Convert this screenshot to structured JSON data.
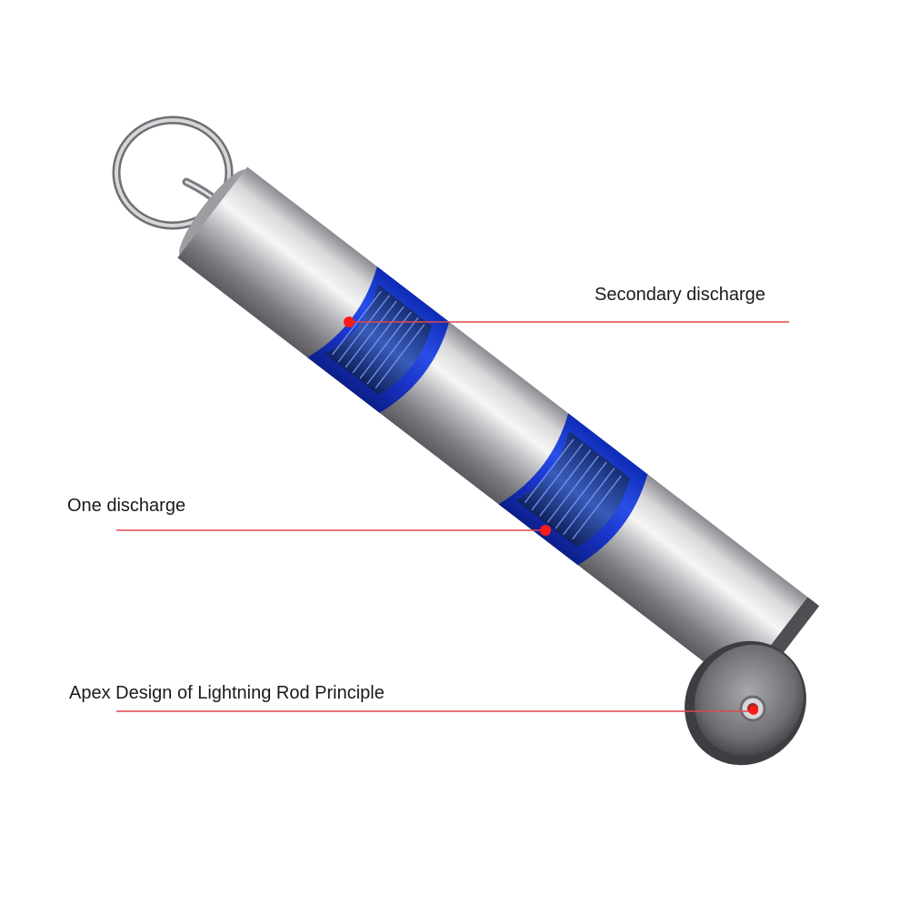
{
  "callouts": {
    "secondary": {
      "label": "Secondary discharge"
    },
    "one": {
      "label": "One discharge"
    },
    "apex": {
      "label": "Apex Design of Lightning Rod Principle"
    }
  },
  "colors": {
    "callout_line": "#e0474c",
    "callout_dot": "#ff1a1a",
    "window_blue": "#1f3fd8",
    "metal_light": "#e9e9ea",
    "metal_dark": "#6b6b70"
  },
  "icons": {
    "key_ring": "key-ring-icon",
    "device": "static-eliminator-keychain"
  }
}
